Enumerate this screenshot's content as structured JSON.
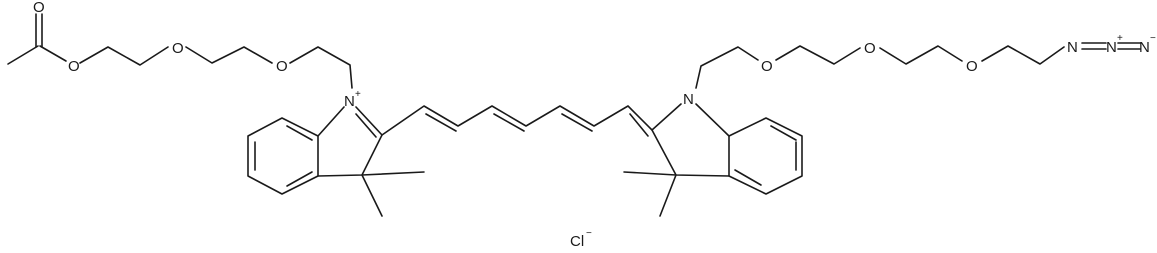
{
  "structure": {
    "atoms": {
      "o_carbonyl": "O",
      "o_ester": "O",
      "o_ether_1": "O",
      "o_ether_2": "O",
      "n_plus": "N",
      "n_plus_charge": "+",
      "n_neutral": "N",
      "o_ether_3": "O",
      "o_ether_4": "O",
      "o_ether_5": "O",
      "azide_n1": "N",
      "azide_n2": "N",
      "azide_n3": "N",
      "azide_n2_charge": "+",
      "azide_n3_charge": "−"
    },
    "counter_ion": {
      "symbol": "Cl",
      "charge": "−"
    }
  }
}
